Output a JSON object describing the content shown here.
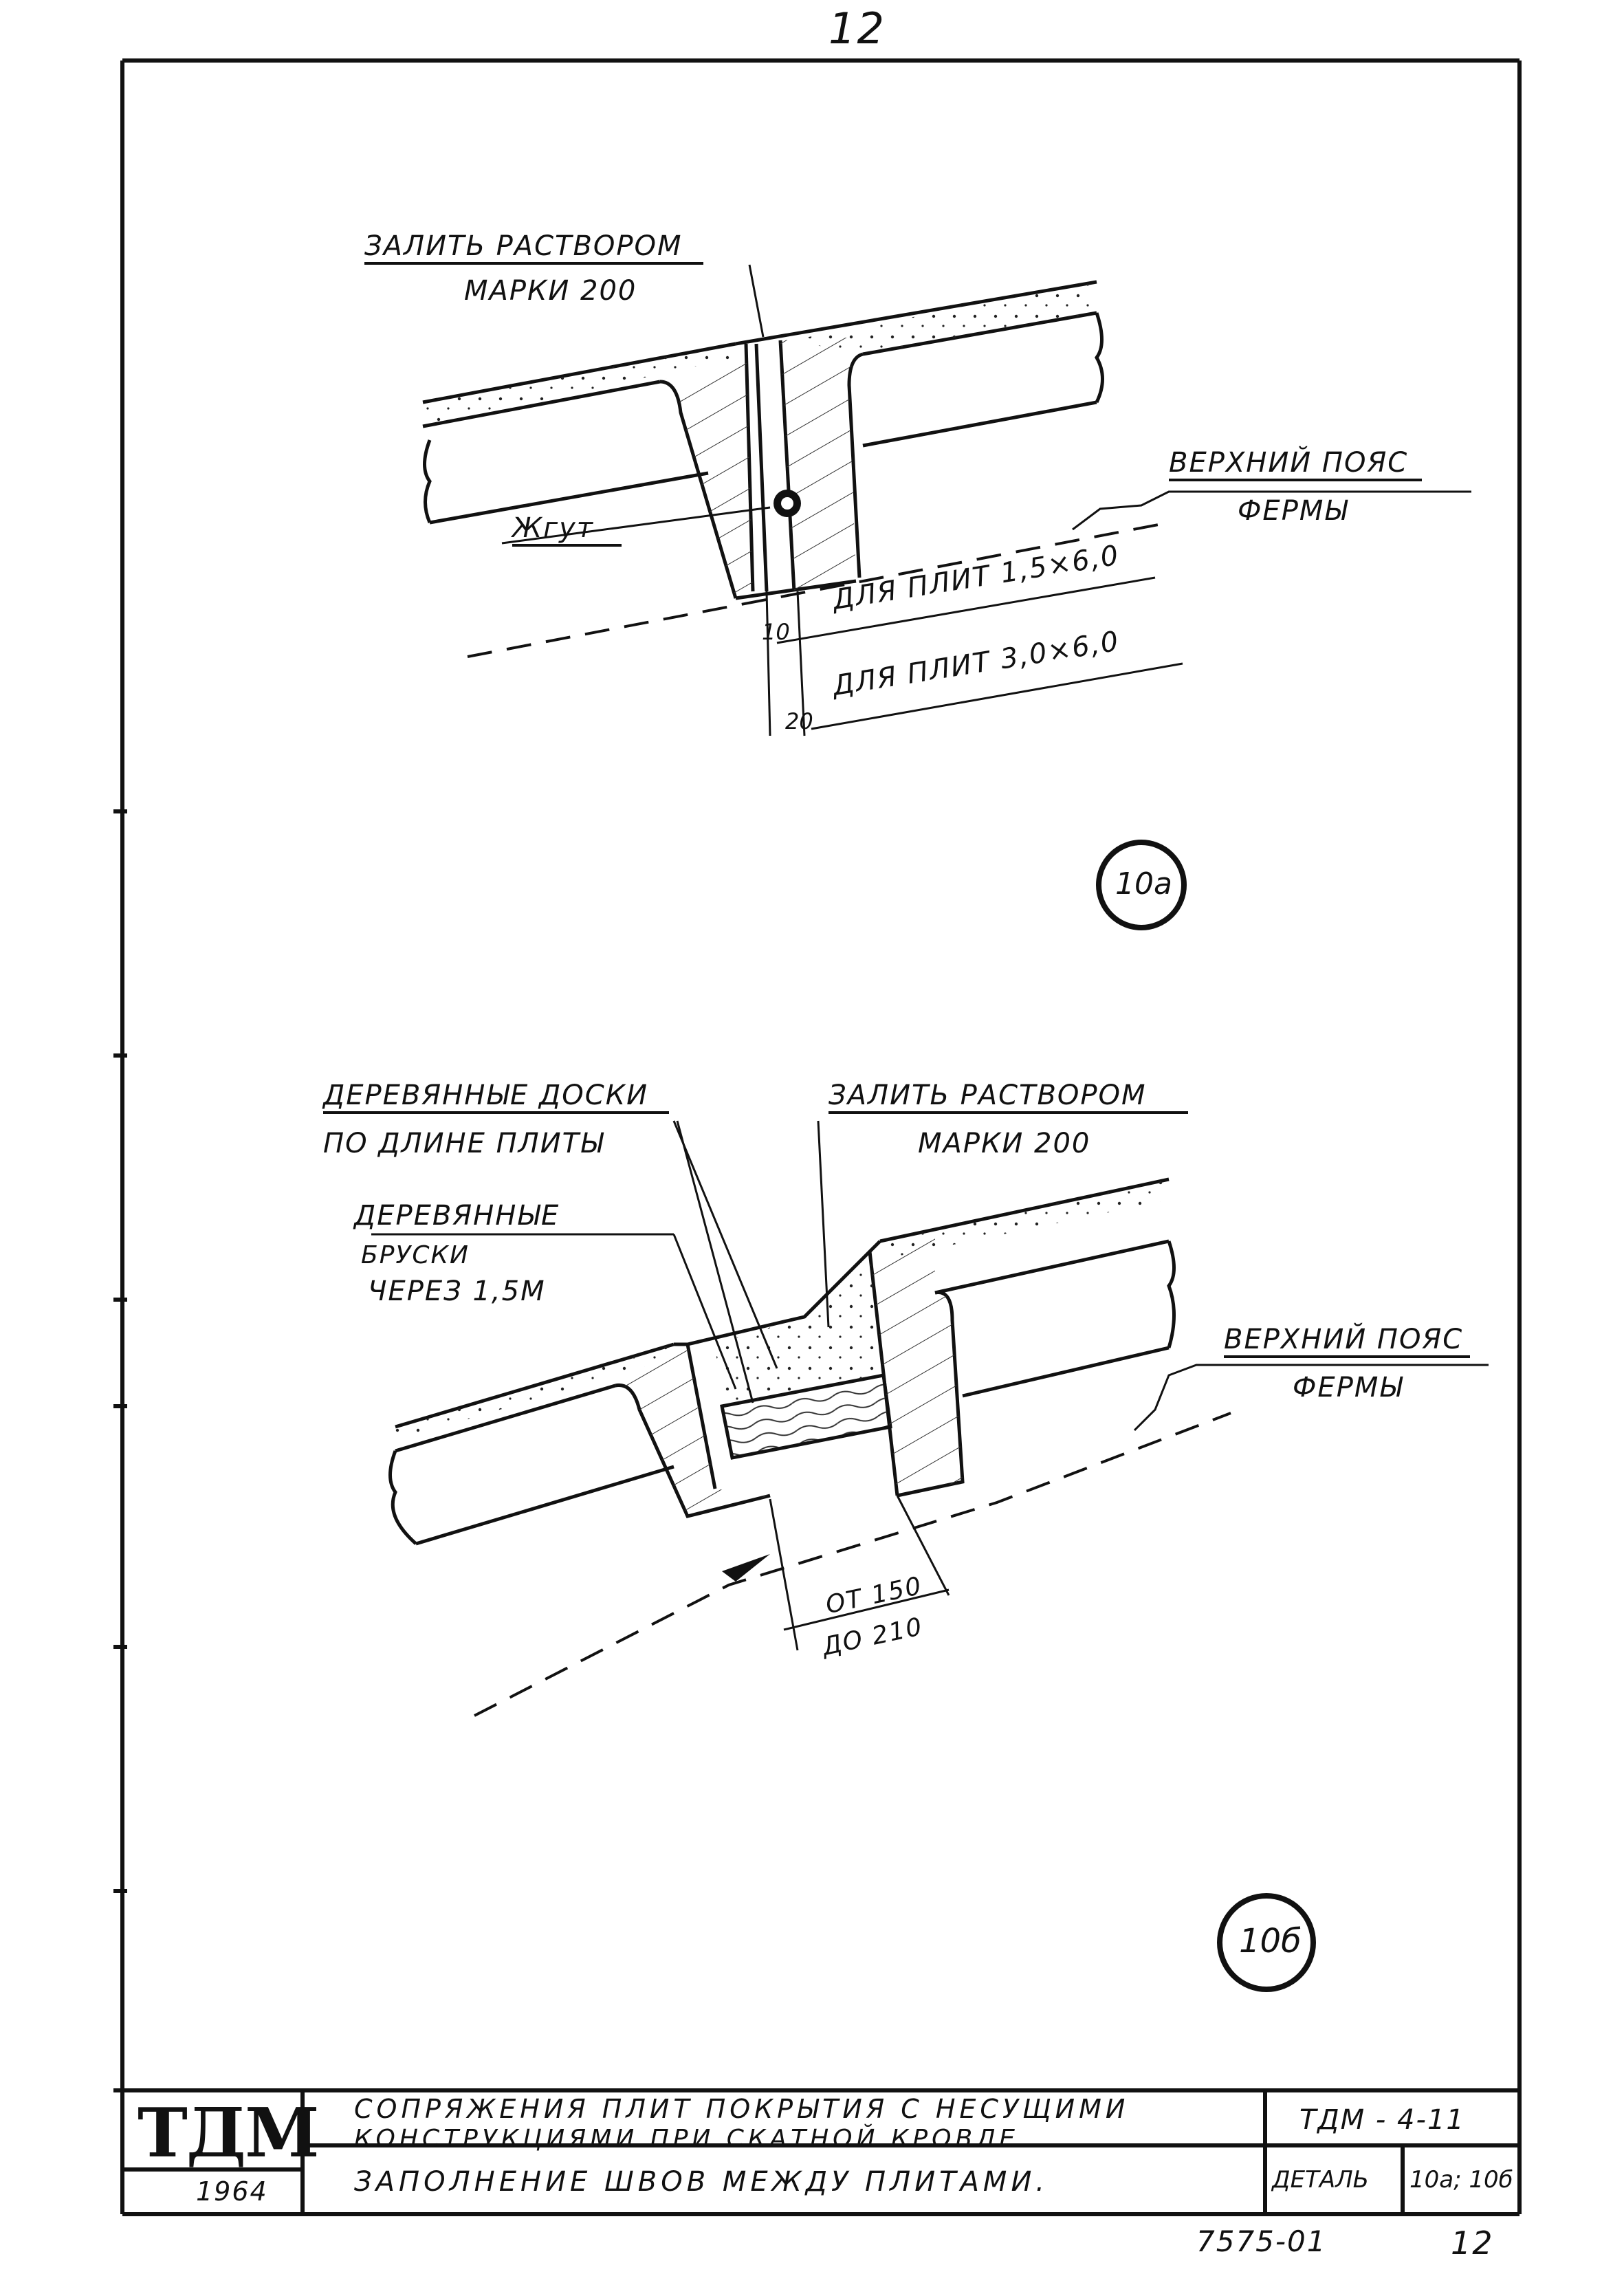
{
  "page_number_top": "12",
  "detail_a": {
    "label_fill_mortar_1": "ЗАЛИТЬ РАСТВОРОМ",
    "label_fill_mortar_2": "МАРКИ 200",
    "label_tourniquet": "Жгут",
    "label_top_chord_1": "ВЕРХНИЙ ПОЯС",
    "label_top_chord_2": "ФЕРМЫ",
    "dim_small": "10",
    "dim_small_text": "ДЛЯ ПЛИТ 1,5×6,0",
    "dim_large": "20",
    "dim_large_text": "ДЛЯ ПЛИТ 3,0×6,0",
    "marker": "10а"
  },
  "detail_b": {
    "label_boards_1": "ДЕРЕВЯННЫЕ ДОСКИ",
    "label_boards_2": "ПО ДЛИНЕ ПЛИТЫ",
    "label_fill_mortar_1": "ЗАЛИТЬ РАСТВОРОМ",
    "label_fill_mortar_2": "МАРКИ 200",
    "label_bars_1": "ДЕРЕВЯННЫЕ",
    "label_bars_2": "БРУСКИ",
    "label_bars_3": "ЧЕРЕЗ 1,5М",
    "label_top_chord_1": "ВЕРХНИЙ ПОЯС",
    "label_top_chord_2": "ФЕРМЫ",
    "dim_from": "ОТ 150",
    "dim_to": "ДО 210",
    "marker": "10б"
  },
  "title_block": {
    "logo": "ТДМ",
    "year": "1964",
    "title_line_1": "СОПРЯЖЕНИЯ ПЛИТ ПОКРЫТИЯ С НЕСУЩИМИ",
    "title_line_2": "КОНСТРУКЦИЯМИ ПРИ СКАТНОЙ КРОВЛЕ",
    "subtitle": "ЗАПОЛНЕНИЕ ШВОВ МЕЖДУ ПЛИТАМИ.",
    "code": "ТДМ - 4-11",
    "detail_label": "ДЕТАЛЬ",
    "detail_value": "10а; 10б"
  },
  "footer": {
    "doc_number": "7575-01",
    "page_number": "12"
  }
}
